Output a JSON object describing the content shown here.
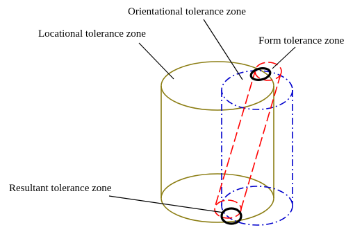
{
  "labels": {
    "orientational": "Orientational tolerance zone",
    "locational": "Locational tolerance zone",
    "form": "Form tolerance zone",
    "resultant": "Resultant tolerance zone"
  },
  "colors": {
    "locational_cylinder": "#8b7d12",
    "orientational_cylinder": "#ff0000",
    "form_cylinder": "#0000cc",
    "resultant_zone": "#000000",
    "leader": "#000000"
  }
}
